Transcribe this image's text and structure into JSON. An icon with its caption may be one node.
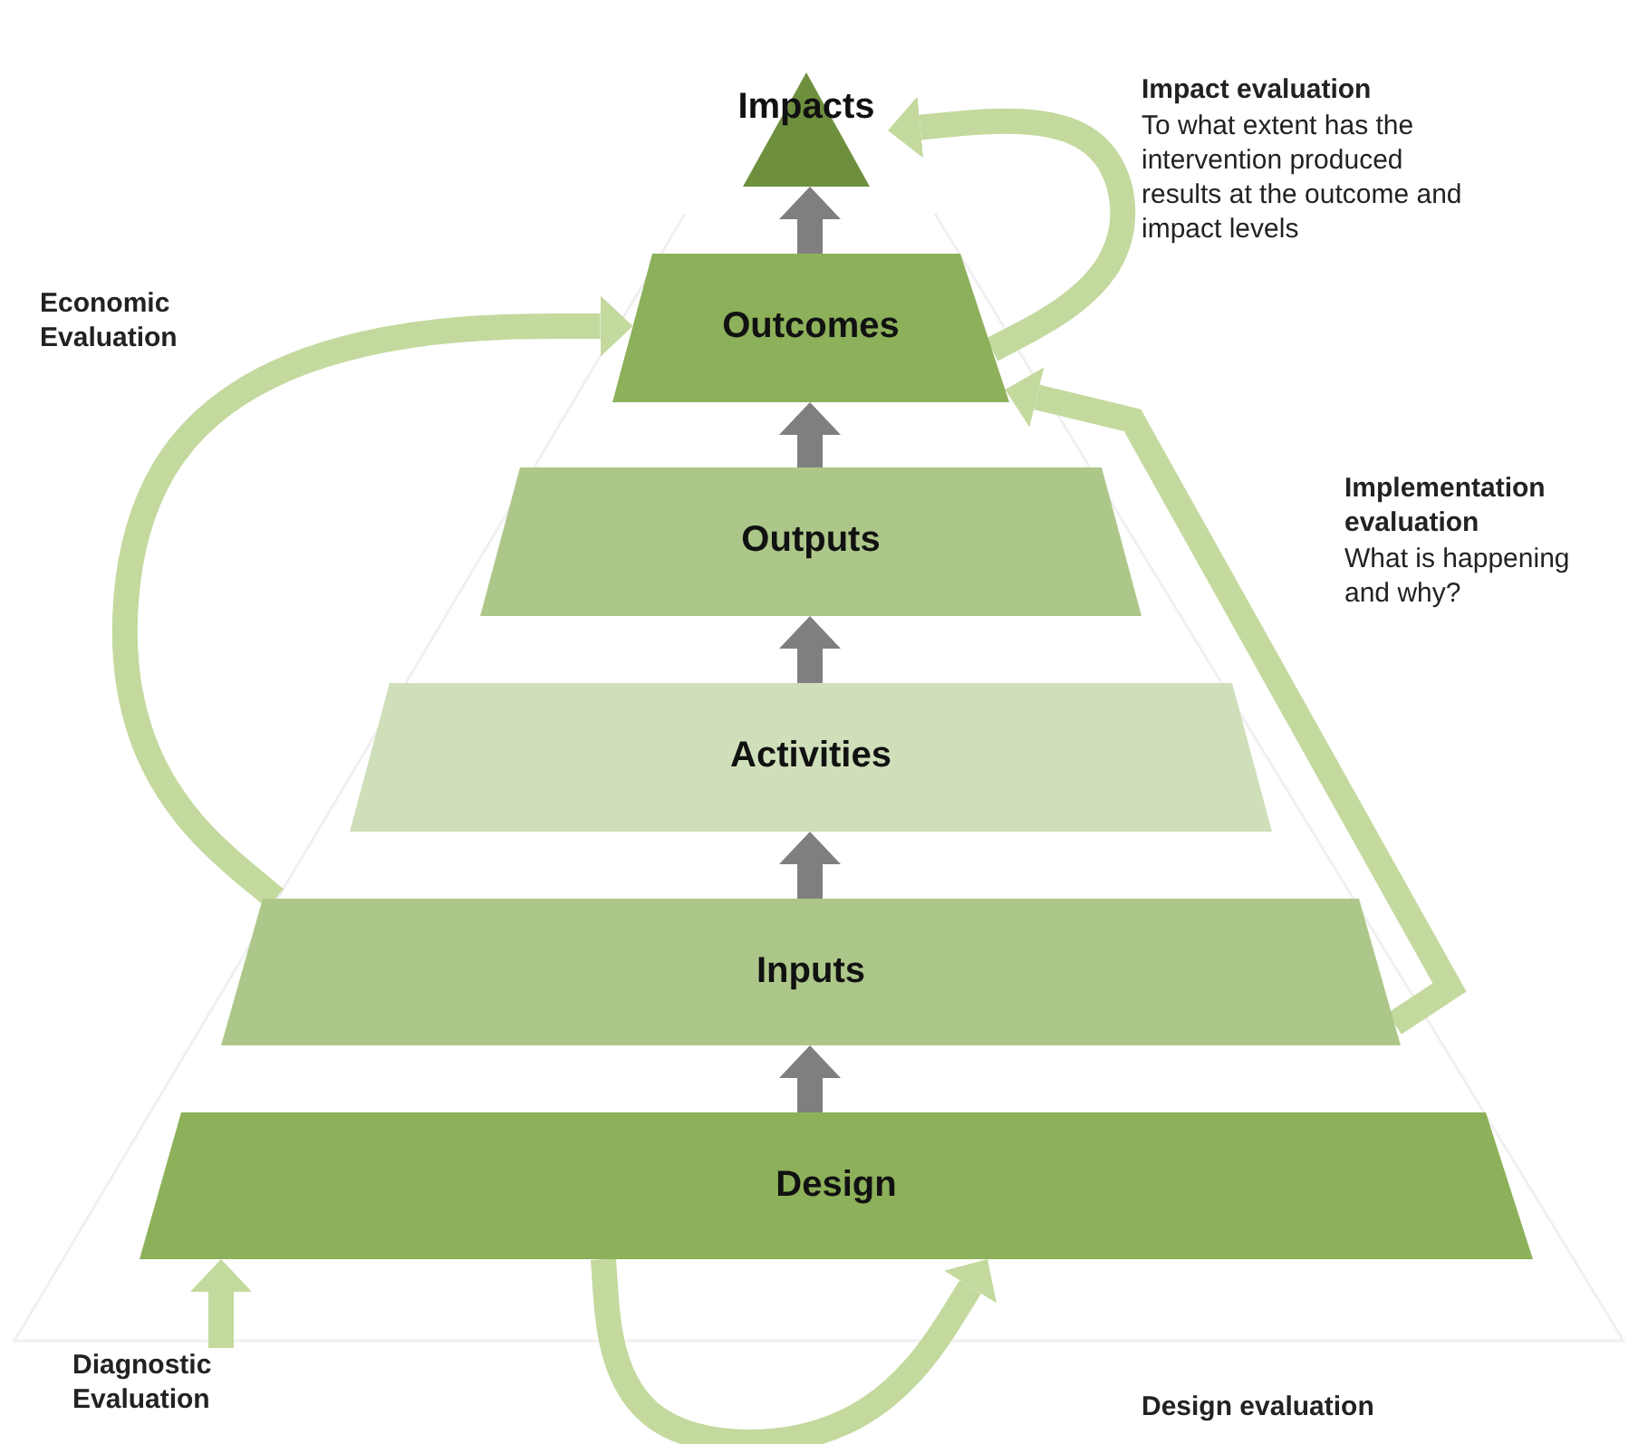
{
  "diagram": {
    "nodes": [
      {
        "text": [
          "Impacts"
        ]
      },
      {
        "text": [
          "Outcomes"
        ]
      },
      {
        "text": [
          "Outputs"
        ]
      },
      {
        "text": [
          "Activities"
        ]
      },
      {
        "text": [
          "Inputs"
        ]
      },
      {
        "text": [
          "Design"
        ]
      },
      {
        "text": [
          "Diagnostic Evaluation"
        ]
      }
    ],
    "edges": [
      {
        "from": 5,
        "to": 4,
        "arrow": "to"
      },
      {
        "from": 4,
        "to": 3,
        "arrow": "to"
      },
      {
        "from": 3,
        "to": 2,
        "arrow": "to"
      },
      {
        "from": 2,
        "to": 1,
        "arrow": "to"
      },
      {
        "from": 1,
        "to": 0,
        "arrow": "to"
      },
      {
        "from": 4,
        "to": 1,
        "arrow": "to",
        "color": "#c4d99e"
      },
      {
        "from": 1,
        "to": 0,
        "arrow": "to",
        "color": "#c4d99e"
      },
      {
        "from": 4,
        "to": 1,
        "arrow": "to",
        "color": "#c4d99e"
      },
      {
        "from": 6,
        "to": 5,
        "arrow": "to",
        "color": "#c4d99e"
      },
      {
        "from": 5,
        "to": 5,
        "arrow": "to",
        "color": "#c4d99e"
      }
    ],
    "labels": [
      "Economic Evaluation",
      "Impact evaluation",
      "To what extent has the intervention produced results at the outcome and impact levels",
      "Implementation evaluation",
      "What is happening and why?",
      "Design evaluation"
    ]
  }
}
